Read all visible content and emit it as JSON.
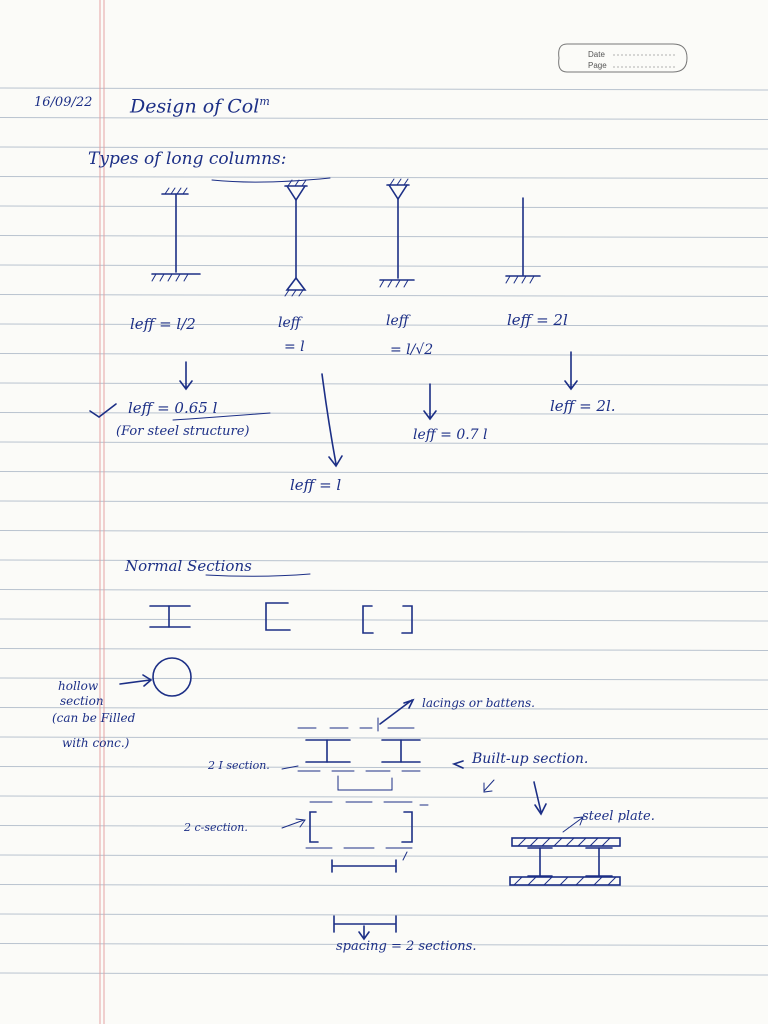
{
  "stamp": {
    "date_label": "Date",
    "page_label": "Page"
  },
  "header": {
    "date": "16/09/22",
    "title": "Design of Col",
    "title_sup": "m"
  },
  "section_long": {
    "heading": "Types of long columns:",
    "col1": {
      "leff": "leff =",
      "frac": "l/2",
      "arrow_result": "leff = 0.65 l",
      "note": "(For steel structure)"
    },
    "col2": {
      "leff": "leff",
      "eq": "= l",
      "arrow_result": "leff = l"
    },
    "col3": {
      "leff": "leff",
      "eq": "= l/√2",
      "arrow_result": "leff = 0.7 l"
    },
    "col4": {
      "leff": "leff = 2l",
      "arrow_result": "leff = 2l."
    }
  },
  "section_normal": {
    "heading": "Normal Sections",
    "hollow_label": [
      "hollow",
      "section",
      "(can be Filled",
      "with conc.)"
    ]
  },
  "section_builtup": {
    "lacings": "lacings or battens.",
    "two_i": "2 I section.",
    "builtup": "Built-up section.",
    "two_c": "2 c-section.",
    "steel_plate": "steel plate.",
    "spacing": "spacing = 2 sections."
  },
  "colors": {
    "ink": "#1c2f86",
    "rule": "#b9c3cf",
    "margin": "#e4a3a3"
  }
}
